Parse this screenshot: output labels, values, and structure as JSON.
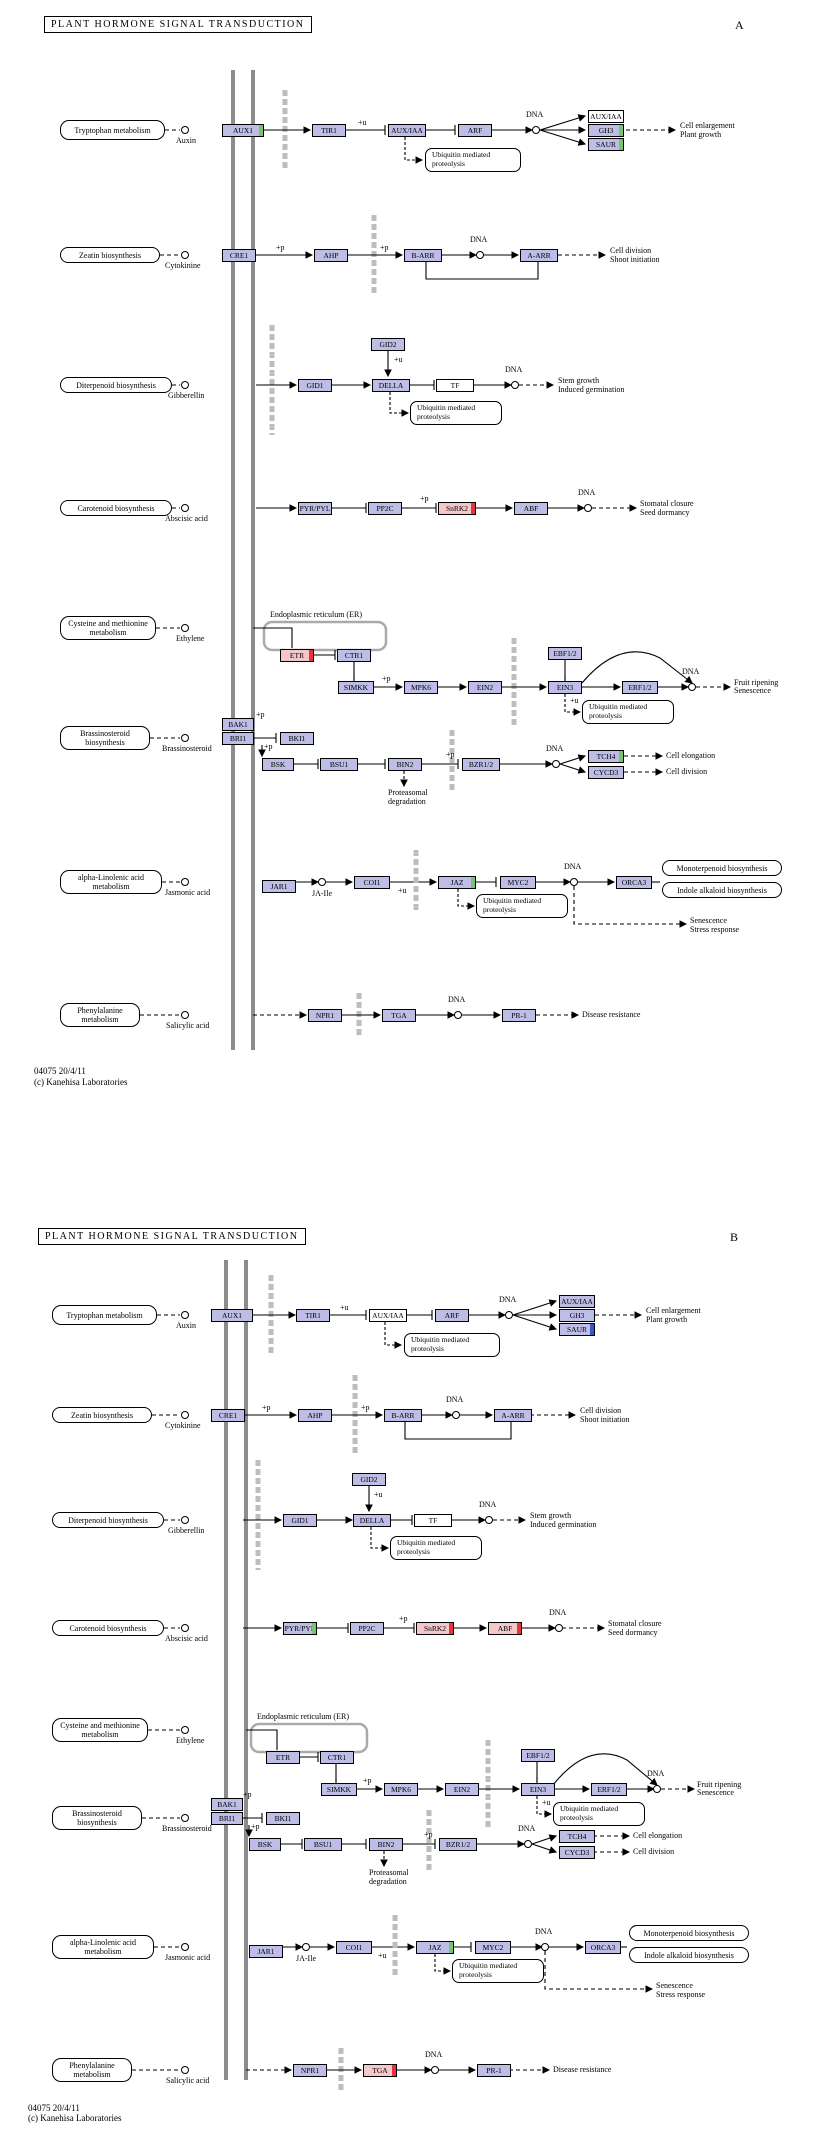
{
  "panels": [
    {
      "title": "PLANT HORMONE SIGNAL TRANSDUCTION",
      "letter": "A",
      "footer_code": "04075 20/4/11",
      "footer_credit": "(c) Kanehisa Laboratories",
      "rows": {
        "r1": {
          "source": "Tryptophan metabolism",
          "ligand": "Auxin",
          "genes": [
            "AUX1",
            "TIR1",
            "AUX/IAA",
            "ARF",
            "AUX/IAA",
            "GH3",
            "SAUR"
          ],
          "ubiq": "Ubiquitin mediated proteolysis",
          "dna": "DNA",
          "response": [
            "Cell enlargement",
            "Plant growth"
          ]
        },
        "r2": {
          "source": "Zeatin biosynthesis",
          "ligand": "Cytokinine",
          "genes": [
            "CRE1",
            "AHP",
            "B-ARR",
            "A-ARR"
          ],
          "p1": "+p",
          "p2": "+p",
          "dna": "DNA",
          "response": [
            "Cell division",
            "Shoot initiation"
          ]
        },
        "r3": {
          "source": "Diterpenoid biosynthesis",
          "ligand": "Gibberellin",
          "genes": [
            "GID1",
            "GID2",
            "DELLA",
            "TF"
          ],
          "u": "+u",
          "ubiq": "Ubiquitin mediated proteolysis",
          "dna": "DNA",
          "response": [
            "Stem growth",
            "Induced germination"
          ]
        },
        "r4": {
          "source": "Carotenoid biosynthesis",
          "ligand": "Abscisic acid",
          "genes": [
            "PYR/PYL",
            "PP2C",
            "SnRK2",
            "ABF"
          ],
          "p": "+p",
          "dna": "DNA",
          "response": [
            "Stomatal closure",
            "Seed dormancy"
          ]
        },
        "r5": {
          "source": "Cysteine and methionine metabolism",
          "ligand": "Ethylene",
          "er": "Endoplasmic reticulum (ER)",
          "genes": [
            "ETR",
            "CTR1",
            "SIMKK",
            "MPK6",
            "EIN2",
            "EIN3",
            "EBF1/2",
            "ERF1/2"
          ],
          "p": "+p",
          "u": "+u",
          "ubiq": "Ubiquitin mediated proteolysis",
          "dna": "DNA",
          "response": [
            "Fruit ripening",
            "Senescence"
          ]
        },
        "r6": {
          "source": "Brassinosteroid biosynthesis",
          "ligand": "Brassinosteroid",
          "genes": [
            "BAK1",
            "BRI1",
            "BKI1",
            "BSK",
            "BSU1",
            "BIN2",
            "BZR1/2",
            "TCH4",
            "CYCD3"
          ],
          "p1": "+p",
          "p2": "+p",
          "p3": "+p",
          "degr": "Proteasomal degradation",
          "dna": "DNA",
          "response": [
            "Cell elongation",
            "Cell division"
          ]
        },
        "r7": {
          "source": "alpha-Linolenic acid metabolism",
          "ligand": "Jasmonic acid",
          "jaile": "JA-Ile",
          "genes": [
            "JAR1",
            "COI1",
            "JAZ",
            "MYC2",
            "ORCA3"
          ],
          "u": "+u",
          "ubiq": "Ubiquitin mediated proteolysis",
          "dna": "DNA",
          "boxes": [
            "Monoterpenoid biosynthesis",
            "Indole alkaloid biosynthesis"
          ],
          "response": [
            "Senescence",
            "Stress response"
          ]
        },
        "r8": {
          "source": "Phenylalanine metabolism",
          "ligand": "Salicylic acid",
          "genes": [
            "NPR1",
            "TGA",
            "PR-1"
          ],
          "dna": "DNA",
          "response": [
            "Disease resistance"
          ]
        }
      }
    },
    {
      "title": "PLANT HORMONE SIGNAL TRANSDUCTION",
      "letter": "B",
      "footer_code": "04075 20/4/11",
      "footer_credit": "(c) Kanehisa Laboratories",
      "rows": {
        "r1": {
          "source": "Tryptophan metabolism",
          "ligand": "Auxin",
          "genes": [
            "AUX1",
            "TIR1",
            "AUX/IAA",
            "ARF",
            "AUX/IAA",
            "GH3",
            "SAUR"
          ],
          "ubiq": "Ubiquitin mediated proteolysis",
          "dna": "DNA",
          "response": [
            "Cell enlargement",
            "Plant growth"
          ]
        },
        "r2": {
          "source": "Zeatin biosynthesis",
          "ligand": "Cytokinine",
          "genes": [
            "CRE1",
            "AHP",
            "B-ARR",
            "A-ARR"
          ],
          "p1": "+p",
          "p2": "+p",
          "dna": "DNA",
          "response": [
            "Cell division",
            "Shoot initiation"
          ]
        },
        "r3": {
          "source": "Diterpenoid biosynthesis",
          "ligand": "Gibberellin",
          "genes": [
            "GID1",
            "GID2",
            "DELLA",
            "TF"
          ],
          "u": "+u",
          "ubiq": "Ubiquitin mediated proteolysis",
          "dna": "DNA",
          "response": [
            "Stem growth",
            "Induced germination"
          ]
        },
        "r4": {
          "source": "Carotenoid biosynthesis",
          "ligand": "Abscisic acid",
          "genes": [
            "PYR/PYL",
            "PP2C",
            "SnRK2",
            "ABF"
          ],
          "p": "+p",
          "dna": "DNA",
          "response": [
            "Stomatal closure",
            "Seed dormancy"
          ]
        },
        "r5": {
          "source": "Cysteine and methionine metabolism",
          "ligand": "Ethylene",
          "er": "Endoplasmic reticulum (ER)",
          "genes": [
            "ETR",
            "CTR1",
            "SIMKK",
            "MPK6",
            "EIN2",
            "EIN3",
            "EBF1/2",
            "ERF1/2"
          ],
          "p": "+p",
          "u": "+u",
          "ubiq": "Ubiquitin mediated proteolysis",
          "dna": "DNA",
          "response": [
            "Fruit ripening",
            "Senescence"
          ]
        },
        "r6": {
          "source": "Brassinosteroid biosynthesis",
          "ligand": "Brassinosteroid",
          "genes": [
            "BAK1",
            "BRI1",
            "BKI1",
            "BSK",
            "BSU1",
            "BIN2",
            "BZR1/2",
            "TCH4",
            "CYCD3"
          ],
          "p1": "+p",
          "p2": "+p",
          "p3": "+p",
          "degr": "Proteasomal degradation",
          "dna": "DNA",
          "response": [
            "Cell elongation",
            "Cell division"
          ]
        },
        "r7": {
          "source": "alpha-Linolenic acid metabolism",
          "ligand": "Jasmonic acid",
          "jaile": "JA-Ile",
          "genes": [
            "JAR1",
            "COI1",
            "JAZ",
            "MYC2",
            "ORCA3"
          ],
          "u": "+u",
          "ubiq": "Ubiquitin mediated proteolysis",
          "dna": "DNA",
          "boxes": [
            "Monoterpenoid biosynthesis",
            "Indole alkaloid biosynthesis"
          ],
          "response": [
            "Senescence",
            "Stress response"
          ]
        },
        "r8": {
          "source": "Phenylalanine metabolism",
          "ligand": "Salicylic acid",
          "genes": [
            "NPR1",
            "TGA",
            "PR-1"
          ],
          "dna": "DNA",
          "response": [
            "Disease resistance"
          ]
        }
      }
    }
  ],
  "colors": {
    "gene_fill": "#bdbde6",
    "membrane": "#8c8c8c",
    "barrier": "#bdbdbd",
    "up_regulated": "#e8333a",
    "mixed": "#7ac46e",
    "down_regulated": "#3a55c8"
  },
  "marks": {
    "A": {
      "green": [
        "r1.0",
        "r1.5",
        "r1.6",
        "r6.7",
        "r7.2"
      ],
      "red": [
        "r4.2",
        "r5.0"
      ],
      "pinkfill": [
        "r4.2",
        "r5.0"
      ],
      "blue": [],
      "whitefill": [
        "r1.4",
        "r3.3"
      ]
    },
    "B": {
      "green": [
        "r4.0",
        "r7.2"
      ],
      "red": [
        "r4.2",
        "r4.3",
        "r8.1"
      ],
      "pinkfill": [
        "r4.2",
        "r4.3",
        "r8.1"
      ],
      "blue": [
        "r1.6"
      ],
      "whitefill": [
        "r1.2",
        "r3.3"
      ]
    }
  }
}
